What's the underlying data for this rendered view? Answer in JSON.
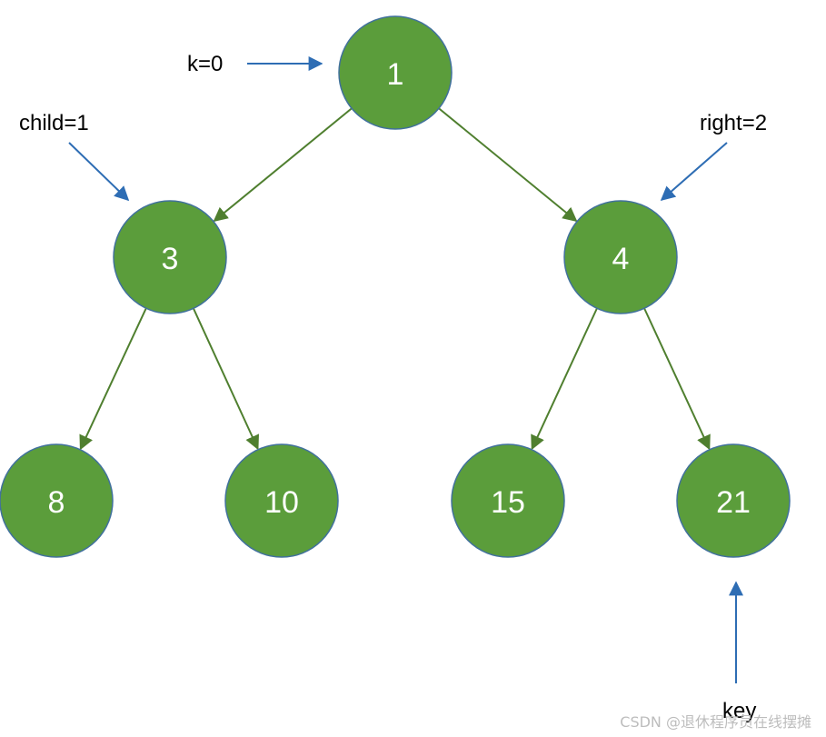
{
  "colors": {
    "node_fill": "#5b9d3b",
    "node_stroke": "#41719c",
    "edge": "#4f7f2f",
    "annotation_arrow": "#2e6db4",
    "node_text": "#ffffff"
  },
  "tree": {
    "nodes": [
      {
        "id": "n1",
        "label": "1"
      },
      {
        "id": "n3",
        "label": "3"
      },
      {
        "id": "n4",
        "label": "4"
      },
      {
        "id": "n8",
        "label": "8"
      },
      {
        "id": "n10",
        "label": "10"
      },
      {
        "id": "n15",
        "label": "15"
      },
      {
        "id": "n21",
        "label": "21"
      }
    ],
    "edges": [
      {
        "from": "n1",
        "to": "n3"
      },
      {
        "from": "n1",
        "to": "n4"
      },
      {
        "from": "n3",
        "to": "n8"
      },
      {
        "from": "n3",
        "to": "n10"
      },
      {
        "from": "n4",
        "to": "n15"
      },
      {
        "from": "n4",
        "to": "n21"
      }
    ]
  },
  "annotations": {
    "k": "k=0",
    "child": "child=1",
    "right": "right=2",
    "key": "key"
  },
  "watermark": "CSDN @退休程序员在线摆摊"
}
